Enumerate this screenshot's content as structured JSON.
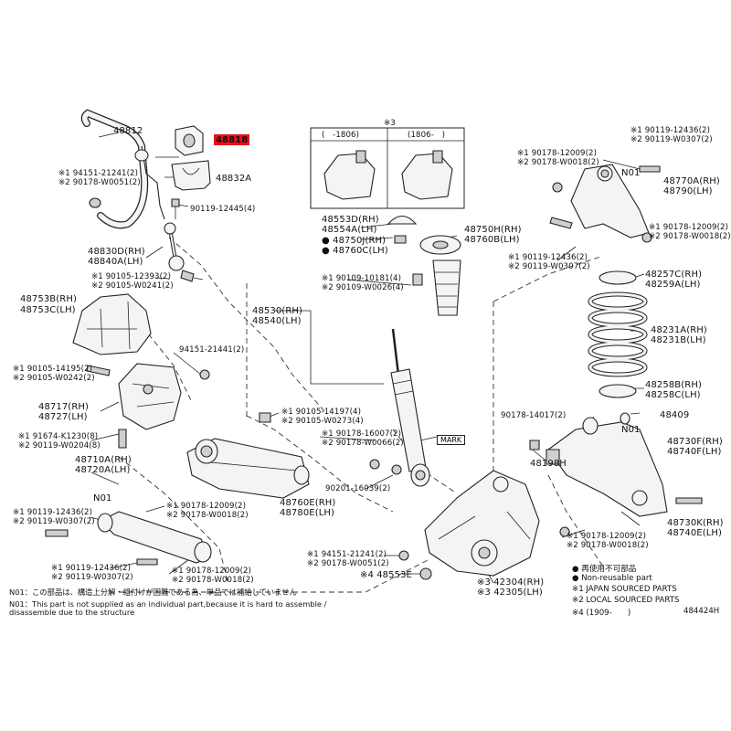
{
  "diagram_code": "484424H",
  "box_ref": "※3",
  "inset_left_label": "(　-1806)",
  "inset_right_label": "(1806-　)",
  "mark_label": "MARK",
  "labels": {
    "p48812": "48812",
    "p48818": "48818",
    "p48832a": "48832A",
    "p194151_21241": "※1 94151-21241(2)",
    "p290178_w0051": "※2 90178-W0051(2)",
    "p90119_12445": "90119-12445(4)",
    "p48830d": "48830D(RH)",
    "p48840a": "48840A(LH)",
    "p190105_12393": "※1 90105-12393(2)",
    "p290105_w0241": "※2 90105-W0241(2)",
    "p48753b": "48753B(RH)",
    "p48753c": "48753C(LH)",
    "p94151_21441": "94151-21441(2)",
    "p190105_14195": "※1 90105-14195(2)",
    "p290105_w0242": "※2 90105-W0242(2)",
    "p48717": "48717(RH)",
    "p48727": "48727(LH)",
    "p191674_k1230": "※1 91674-K1230(8)",
    "p290119_w0204": "※2 90119-W0204(8)",
    "p48710a": "48710A(RH)",
    "p48720a": "48720A(LH)",
    "pN01a": "N01",
    "p190119_12436a": "※1 90119-12436(2)",
    "p290119_w0307a": "※2 90119-W0307(2)",
    "p190178_12009a": "※1 90178-12009(2)",
    "p290178_w0018a": "※2 90178-W0018(2)",
    "p190119_12436b": "※1 90119-12436(2)",
    "p290119_w0307b": "※2 90119-W0307(2)",
    "p190178_12009b": "※1 90178-12009(2)",
    "p290178_w0018b": "※2 90178-W0018(2)",
    "p48553d": "48553D(RH)",
    "p48554a": "48554A(LH)",
    "p48750j": "● 48750J(RH)",
    "p48760c": "● 48760C(LH)",
    "p190109_10181": "※1 90109-10181(4)",
    "p290109_w0026": "※2 90109-W0026(4)",
    "p48530": "48530(RH)",
    "p48540": "48540(LH)",
    "p48750h": "48750H(RH)",
    "p48760b": "48760B(LH)",
    "p190105_14197": "※1 90105-14197(4)",
    "p290105_w0273": "※2 90105-W0273(4)",
    "p190178_16007": "※1 90178-16007(2)",
    "p290178_w0066": "※2 90178-W0066(2)",
    "p90201_16039": "90201-16039(2)",
    "p48760e": "48760E(RH)",
    "p48780e": "48780E(LH)",
    "p194151_21241b": "※1 94151-21241(2)",
    "p290178_w0051b": "※2 90178-W0051(2)",
    "p448553e": "※4 48553E",
    "p342304": "※3 42304(RH)",
    "p342305": "※3 42305(LH)",
    "p190119_12436c": "※1 90119-12436(2)",
    "p290119_w0307c": "※2 90119-W0307(2)",
    "p190178_12009c": "※1 90178-12009(2)",
    "p290178_w0018c": "※2 90178-W0018(2)",
    "pN01b": "N01",
    "p48770a": "48770A(RH)",
    "p48790": "48790(LH)",
    "p190178_12009d": "※1 90178-12009(2)",
    "p290178_w0018d": "※2 90178-W0018(2)",
    "p190119_12436d": "※1 90119-12436(2)",
    "p290119_w0307d": "※2 90119-W0307(2)",
    "p48257c": "48257C(RH)",
    "p48259a": "48259A(LH)",
    "p48231a": "48231A(RH)",
    "p48231b": "48231B(LH)",
    "p48258b": "48258B(RH)",
    "p48258c": "48258C(LH)",
    "p90178_14017": "90178-14017(2)",
    "p48409": "48409",
    "pN01c": "N01",
    "p48198h": "48198H",
    "p48730f": "48730F(RH)",
    "p48740f": "48740F(LH)",
    "p48730k": "48730K(RH)",
    "p48740e": "48740E(LH)",
    "p190178_12009e": "※1 90178-12009(2)",
    "p290178_w0018e": "※2 90178-W0018(2)"
  },
  "legend": {
    "l1": "● 再使用不可部品",
    "l2": "● Non-reusable part",
    "l3": "※1 JAPAN SOURCED PARTS",
    "l4": "※2 LOCAL SOURCED PARTS",
    "l5": "※4 (1909-　　)"
  },
  "footnotes": {
    "n1": "N01：この部品は、構造上分解・組付けが困難である為、単品では補給していません",
    "n2": "N01：This part is not supplied as an individual part,because it is hard to assemble /",
    "n3": "disassemble due to the structure"
  },
  "colors": {
    "highlight": "#e8121d",
    "line": "#222222"
  }
}
